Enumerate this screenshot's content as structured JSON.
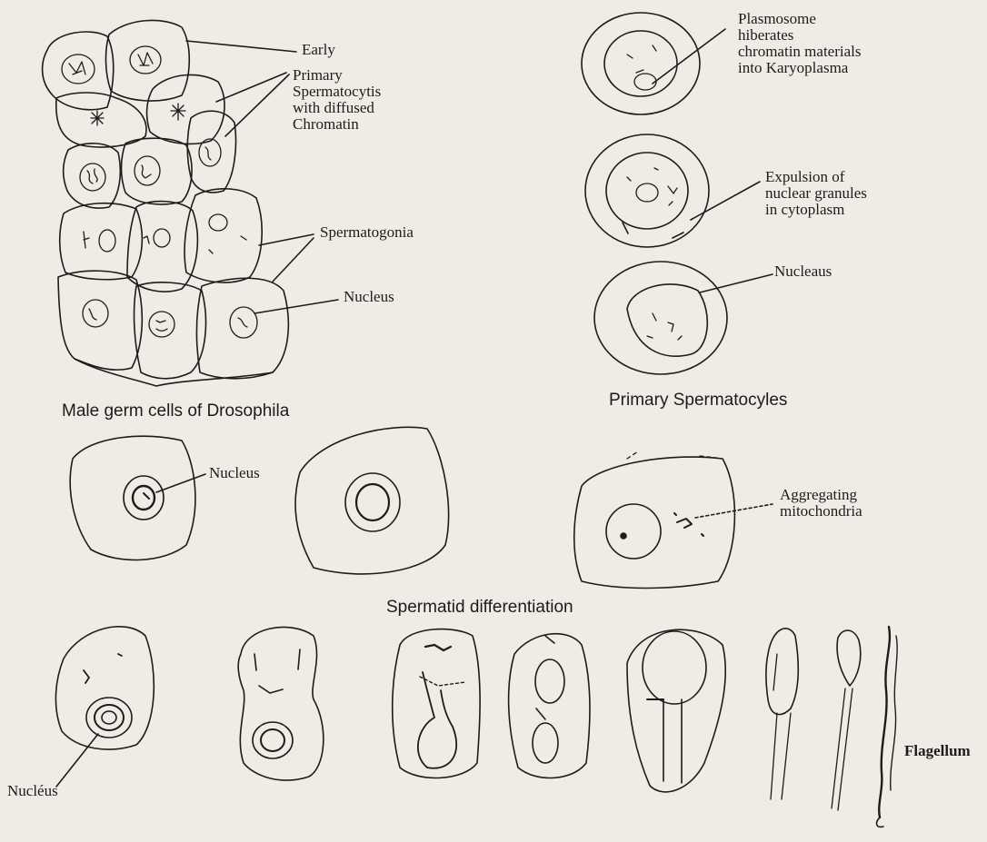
{
  "panels": {
    "germ_cells": {
      "caption": "Male germ cells of Drosophila",
      "labels": {
        "early": "Early",
        "primary": "Primary\nSpermatocytis\nwith diffused\nChromatin",
        "spermatogonia": "Spermatogonia",
        "nucleus": "Nucleus"
      }
    },
    "primary_spermatocytes": {
      "caption": "Primary Spermatocyles",
      "labels": {
        "plasmosome": "Plasmosome\nhiberates\nchromatin materials\ninto Karyoplasma",
        "expulsion": "Expulsion of\nnuclear granules\nin cytoplasm",
        "nucleaus": "Nucleaus"
      }
    },
    "spermatid": {
      "caption": "Spermatid differentiation",
      "labels": {
        "nucleus_top": "Nucleus",
        "mitochondria": "Aggregating\nmitochondria",
        "nucleus_bottom": "Nucléus",
        "flagellum": "Flagellum"
      }
    }
  },
  "colors": {
    "ink": "#1c1c1c",
    "paper": "#efece6"
  }
}
